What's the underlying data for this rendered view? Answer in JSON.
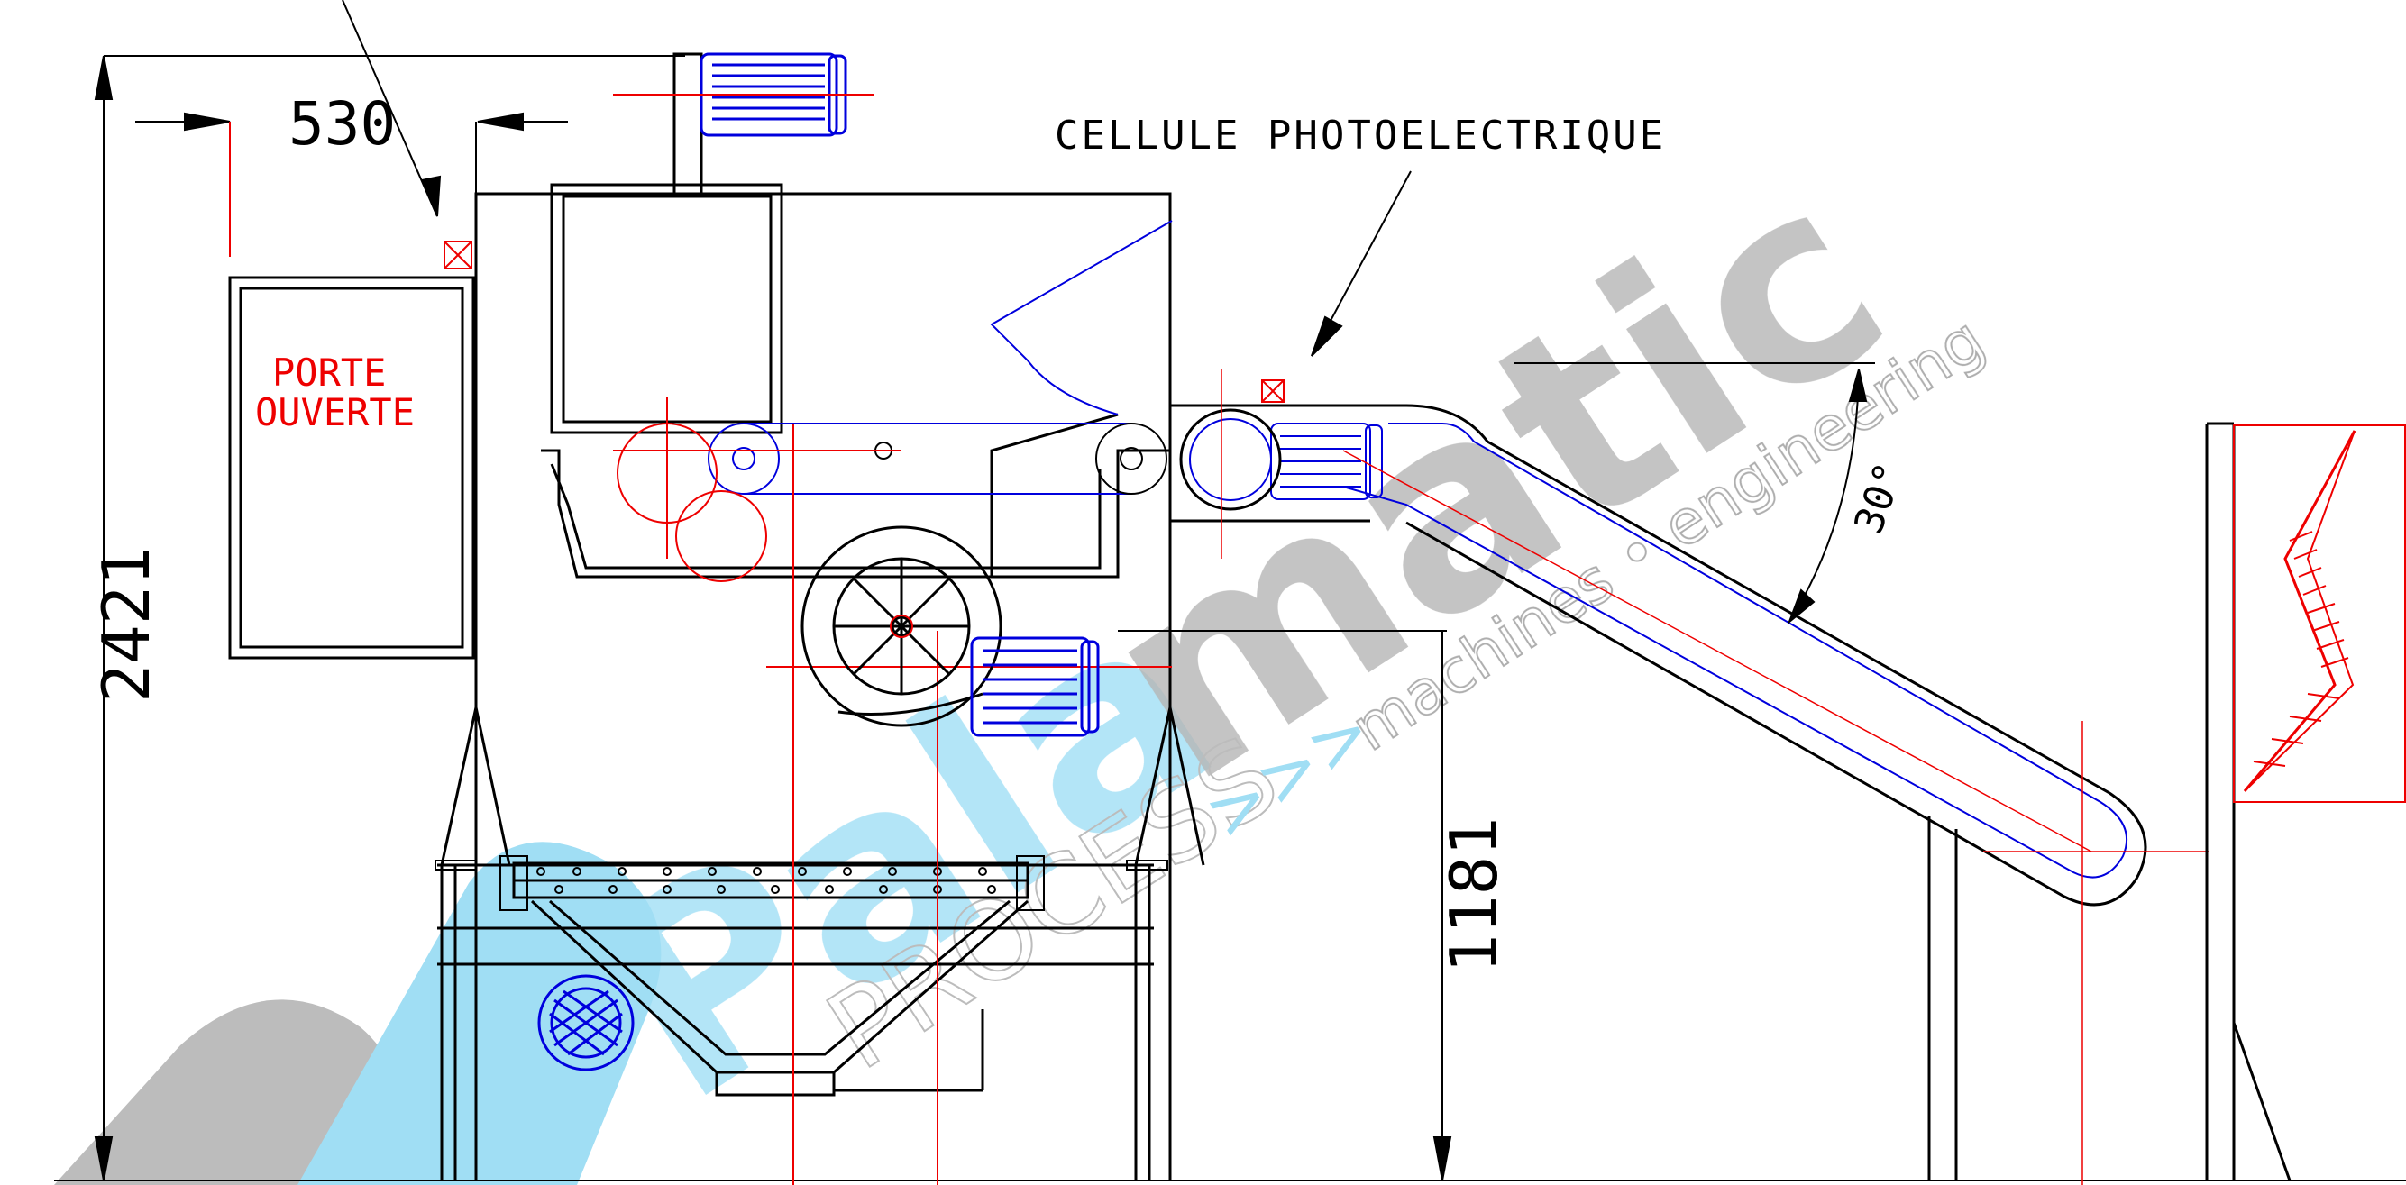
{
  "labels": {
    "photo_cell": "CELLULE PHOTOELECTRIQUE",
    "door_line1": "PORTE",
    "door_line2": "OUVERTE",
    "angle": "30°"
  },
  "dimensions": {
    "width_530": "530",
    "height_2421": "2421",
    "height_1181": "1181"
  },
  "watermark": {
    "brand": "Palamatic",
    "process": "PROCESS",
    "chevrons": ">>>",
    "tagline": "machines • engineering"
  },
  "colors": {
    "line": "#000000",
    "blue": "#0000dd",
    "red": "#ee0000",
    "wm_blue": "#86d6f0",
    "wm_gray": "#aaaaaa"
  }
}
